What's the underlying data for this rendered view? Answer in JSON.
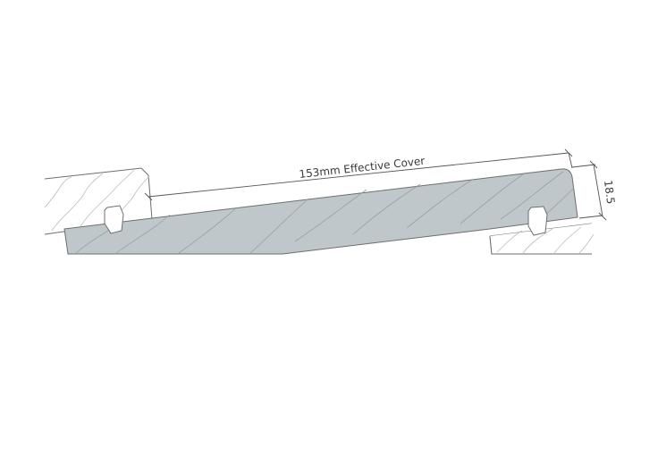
{
  "diagram": {
    "type": "timber cladding profile cross-section",
    "labels": {
      "effective_cover": "153mm Effective Cover",
      "thickness": "18.5"
    },
    "colors": {
      "board_fill": "#bfc7ca",
      "outline": "#6e6e6e",
      "grain_light": "#bdbdbd",
      "grain_dark": "#97a1a5",
      "background": "#ffffff",
      "dimension_line": "#555555"
    },
    "components": [
      {
        "name": "upper-adjacent-board",
        "fill": "white-hatched"
      },
      {
        "name": "main-board",
        "fill": "grey-hatched"
      },
      {
        "name": "lower-adjacent-board",
        "fill": "white-hatched"
      },
      {
        "name": "left-fixing-nail",
        "fill": "white"
      },
      {
        "name": "right-fixing-nail",
        "fill": "white"
      }
    ]
  }
}
